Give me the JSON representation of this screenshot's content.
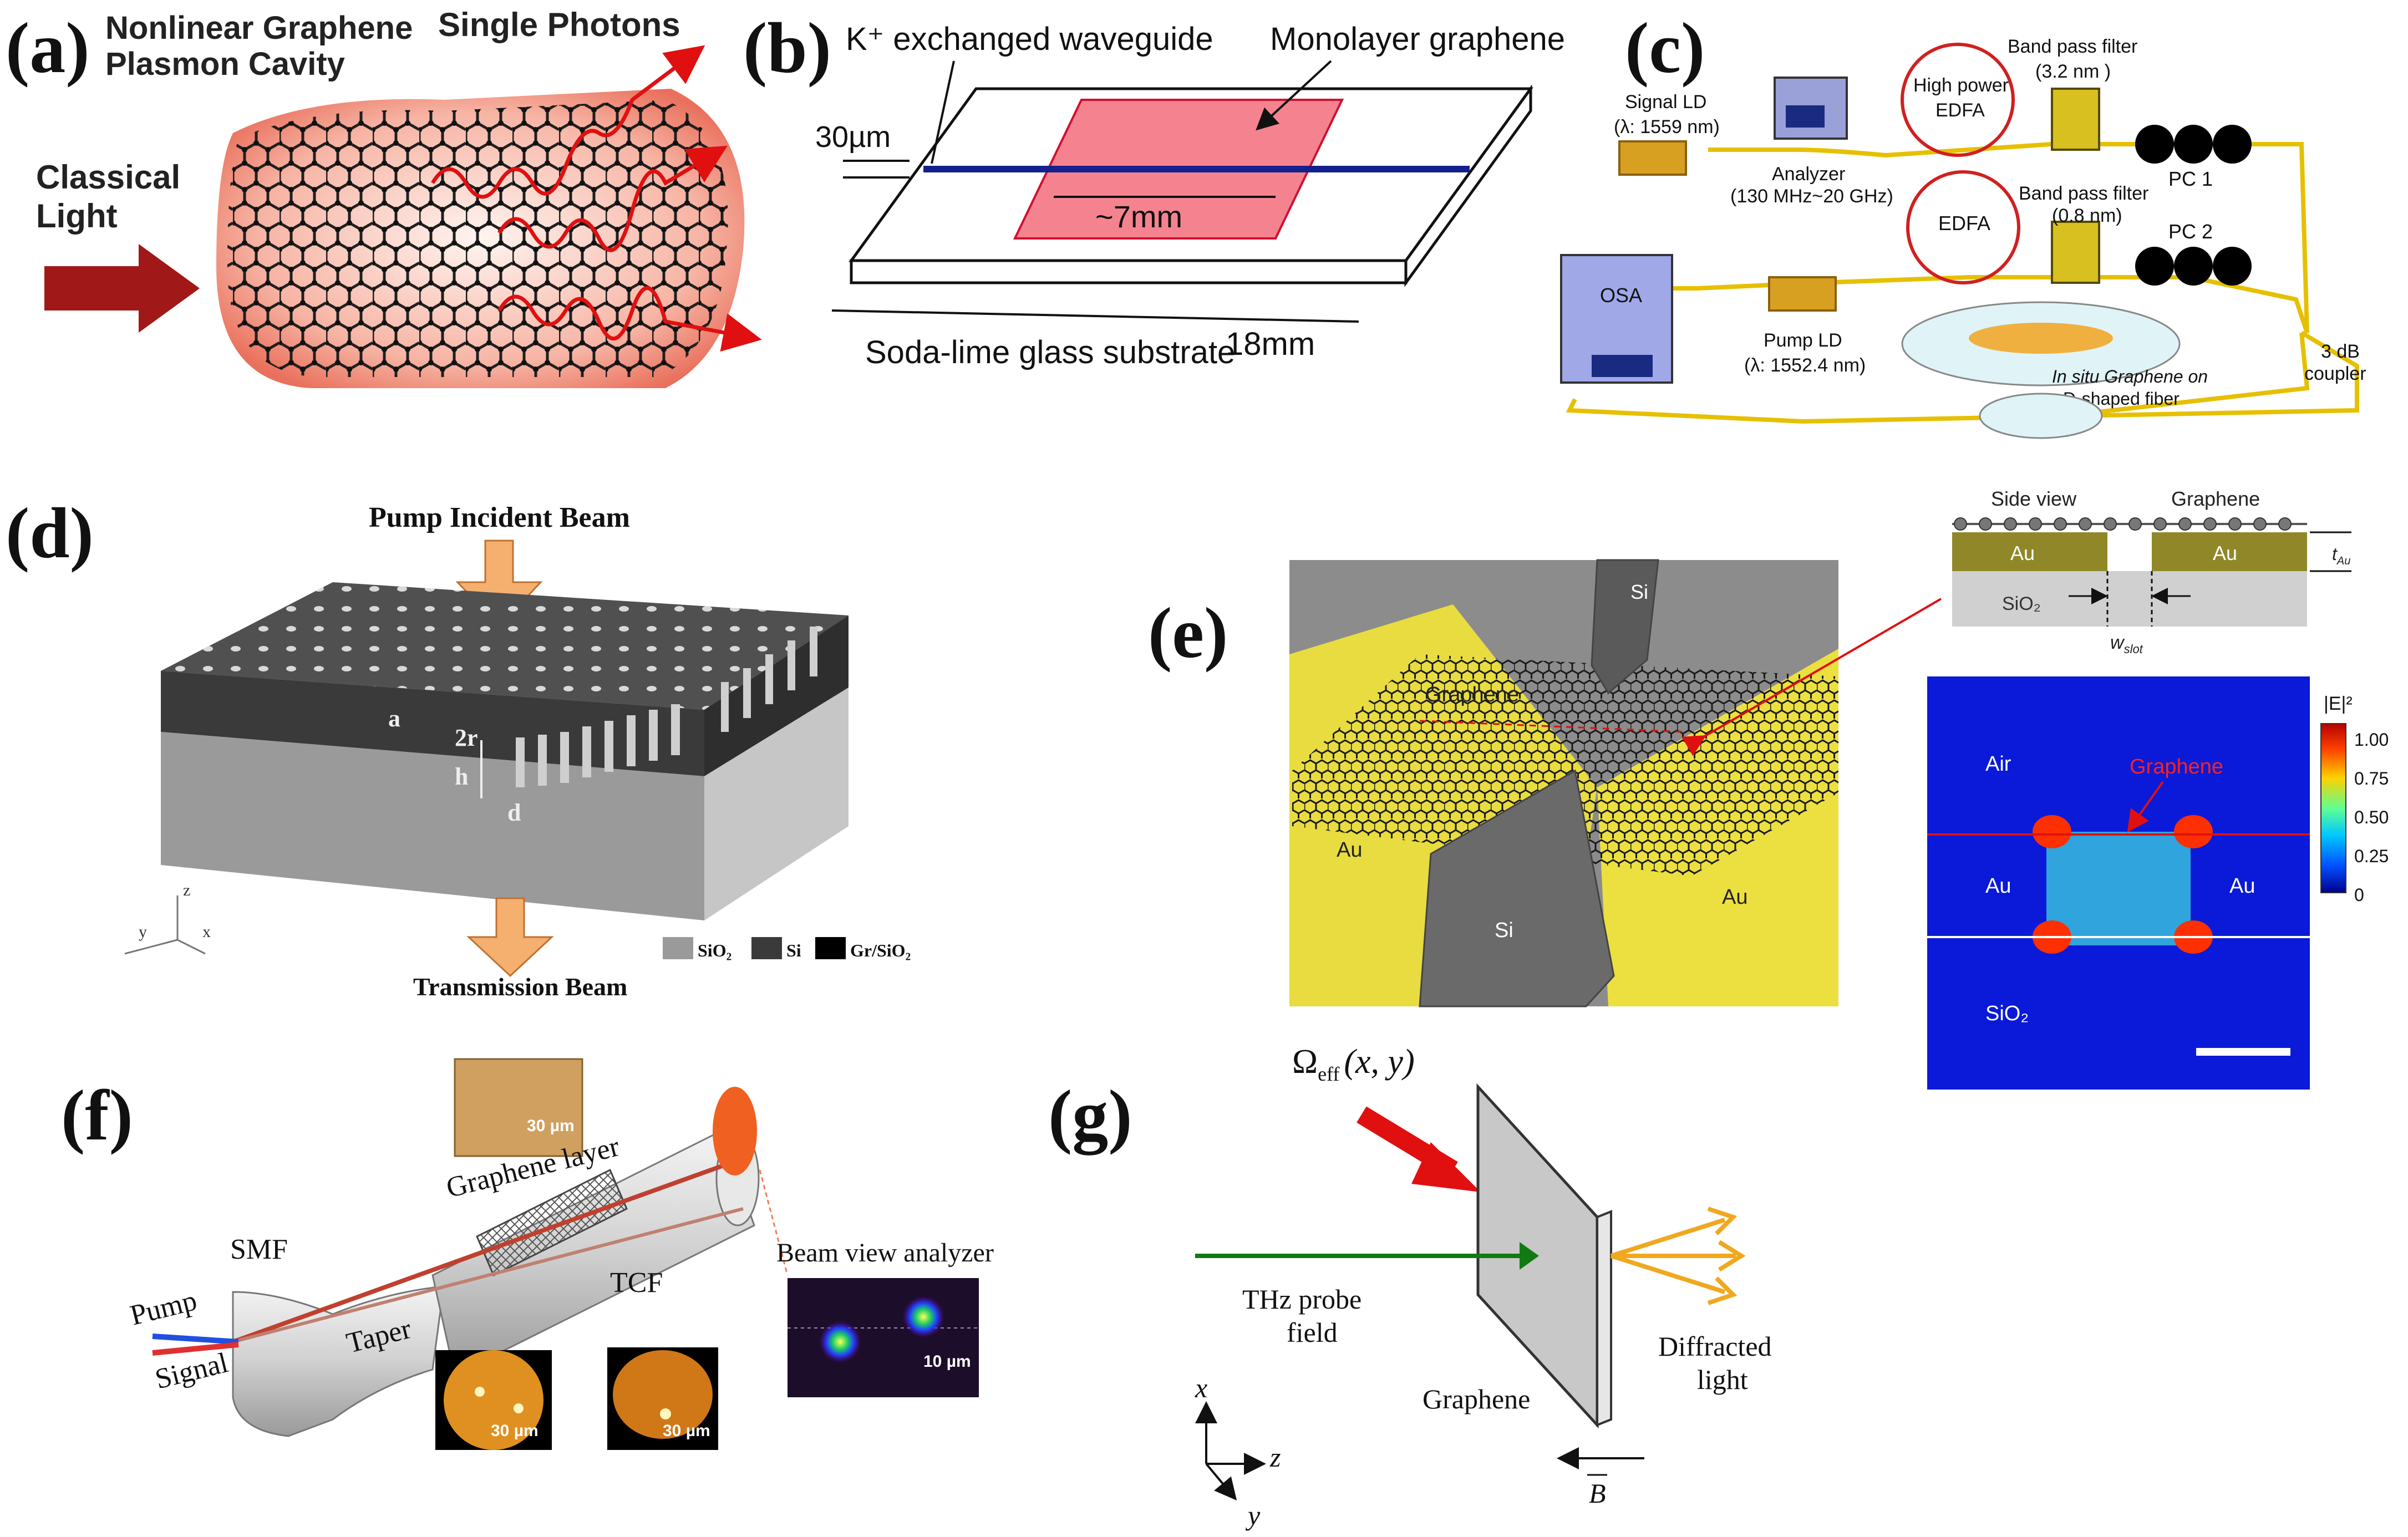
{
  "panels": {
    "a": {
      "label": "(a)",
      "title_line1": "Nonlinear Graphene",
      "title_line2": "Plasmon Cavity",
      "photons": "Single Photons",
      "classical_line1": "Classical",
      "classical_line2": "Light"
    },
    "b": {
      "label": "(b)",
      "waveguide": "K⁺ exchanged waveguide",
      "graphene": "Monolayer graphene",
      "width": "30µm",
      "length": "~7mm",
      "substrate": "Soda-lime glass substrate",
      "substrate_length": "18mm"
    },
    "c": {
      "label": "(c)",
      "signal_ld": "Signal LD",
      "signal_wl": "(λ: 1559 nm)",
      "analyzer": "Analyzer",
      "analyzer_range": "(130 MHz~20 GHz)",
      "hp_edfa_1": "High power",
      "hp_edfa_2": "EDFA",
      "bpf1": "Band pass filter",
      "bpf1_bw": "(3.2 nm )",
      "pc1": "PC 1",
      "edfa": "EDFA",
      "bpf2": "Band pass filter",
      "bpf2_bw": "(0.8 nm)",
      "pc2": "PC 2",
      "osa": "OSA",
      "pump_ld": "Pump LD",
      "pump_wl": "(λ: 1552.4 nm)",
      "insitu_1": "In situ Graphene on",
      "insitu_2": "D-shaped fiber",
      "coupler_1": "3 dB",
      "coupler_2": "coupler"
    },
    "d": {
      "label": "(d)",
      "pump": "Pump Incident Beam",
      "transmission": "Transmission Beam",
      "a_label": "a",
      "r_label": "2r",
      "h_label": "h",
      "d_label": "d",
      "axis_z": "z",
      "axis_y": "y",
      "axis_x": "x",
      "legend": [
        "SiO₂",
        "Si",
        "Gr/SiO₂"
      ]
    },
    "e": {
      "label": "(e)",
      "graphene_3d": "Graphene",
      "au_left": "Au",
      "au_right": "Au",
      "si_top": "Si",
      "si_bottom": "Si",
      "side_view": "Side view",
      "side_graphene": "Graphene",
      "side_au1": "Au",
      "side_au2": "Au",
      "side_sio2": "SiO₂",
      "t_au": "t",
      "t_au_sub": "Au",
      "w_slot": "w",
      "w_slot_sub": "slot",
      "field_title": "|E|²",
      "field_air": "Air",
      "field_graphene": "Graphene",
      "field_au1": "Au",
      "field_au2": "Au",
      "field_sio2": "SiO₂",
      "colorbar_ticks": [
        "1.00",
        "0.75",
        "0.50",
        "0.25",
        "0"
      ],
      "colorbar_colors": [
        "#b40000",
        "#ff4000",
        "#ffd000",
        "#60ff90",
        "#00c8ff",
        "#0050ff",
        "#00008c"
      ]
    },
    "f": {
      "label": "(f)",
      "micro_scale": "30 µm",
      "graphene_layer": "Graphene layer",
      "beam_view": "Beam view analyzer",
      "smf": "SMF",
      "tcf": "TCF",
      "pump": "Pump",
      "signal": "Signal",
      "taper": "Taper",
      "scale_1": "30 µm",
      "scale_2": "30 µm",
      "scale_3": "10 µm"
    },
    "g": {
      "label": "(g)",
      "omega": "Ω",
      "omega_sub": "eff",
      "omega_args": "(x, y)",
      "thz_1": "THz probe",
      "thz_2": "field",
      "graphene": "Graphene",
      "diffracted_1": "Diffracted",
      "diffracted_2": "light",
      "axis_x": "x",
      "axis_z": "z",
      "axis_y": "y",
      "b_field": "B"
    }
  }
}
